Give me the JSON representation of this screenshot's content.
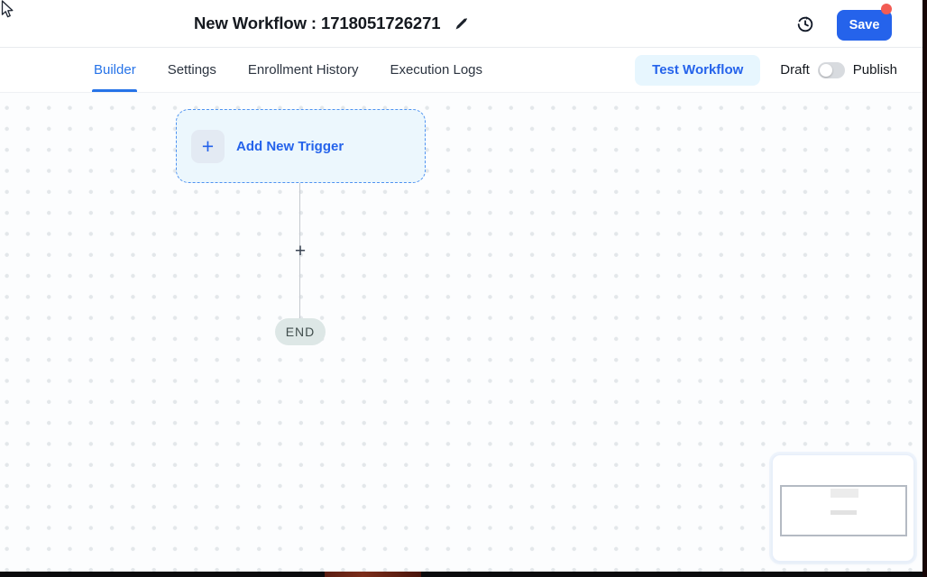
{
  "header": {
    "title": "New Workflow : 1718051726271",
    "save_button": "Save",
    "notification_dot_visible": true
  },
  "tabs": [
    {
      "label": "Builder",
      "active": true
    },
    {
      "label": "Settings",
      "active": false
    },
    {
      "label": "Enrollment History",
      "active": false
    },
    {
      "label": "Execution Logs",
      "active": false
    }
  ],
  "workflow_controls": {
    "test_workflow_button": "Test Workflow",
    "draft_label": "Draft",
    "publish_label": "Publish",
    "publish_toggle_state": "draft (off)"
  },
  "canvas": {
    "trigger_placeholder": "Add New Trigger",
    "trigger_plus": "+",
    "connector_plus": "+",
    "end_node": "END"
  },
  "icons": {
    "edit": "pencil-icon",
    "history": "clock-history-icon",
    "plus": "+",
    "cursor": "arrow-pointer"
  },
  "colors": {
    "accent_blue": "#2563eb",
    "tab_active_blue": "#2673e8",
    "test_workflow_bg": "#e7f6fe",
    "trigger_box_bg": "#ecf7fd",
    "trigger_border": "#4f93f1",
    "end_pill_bg": "#dde7e6",
    "notification_red": "#f25c54",
    "canvas_dot": "#e3e7ea"
  }
}
